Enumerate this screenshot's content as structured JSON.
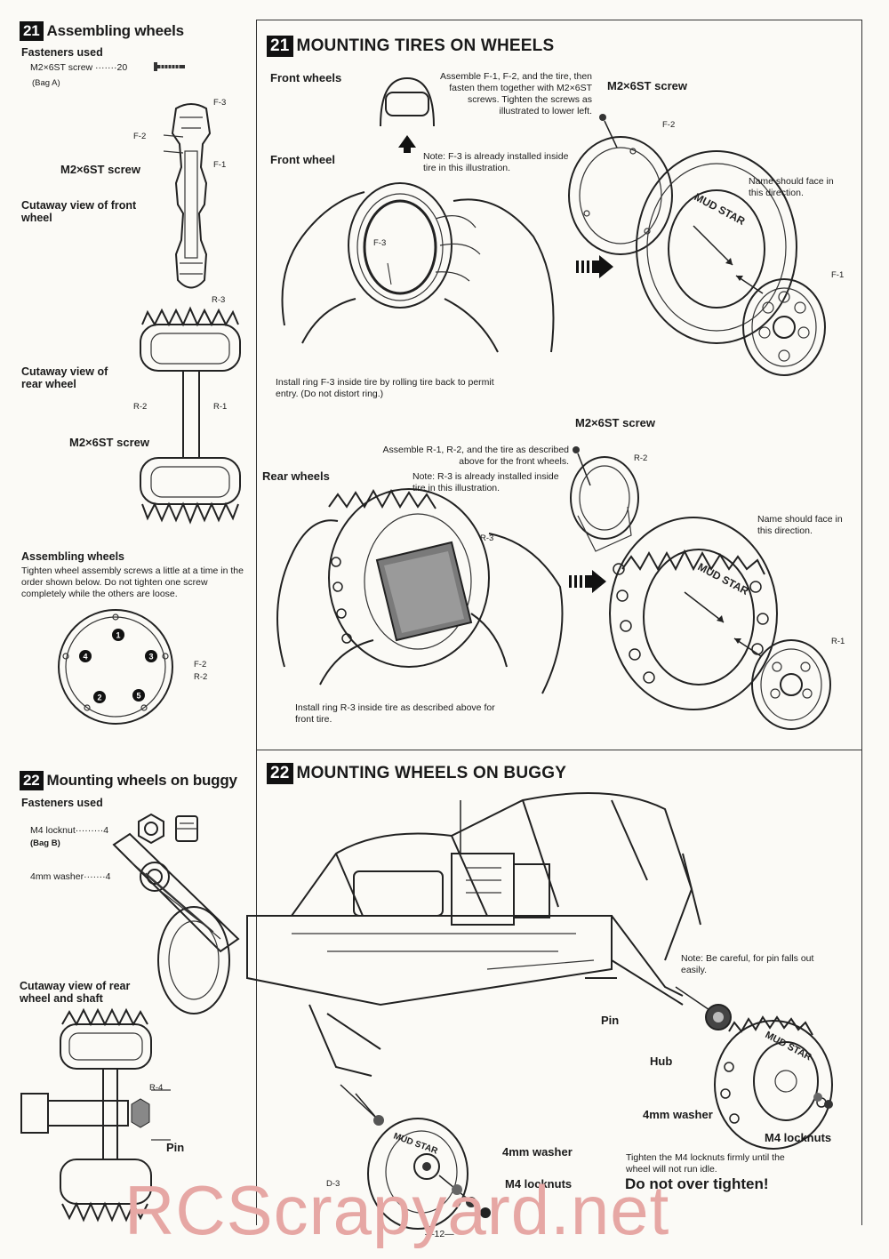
{
  "left": {
    "s21": {
      "num": "21",
      "title": "Assembling wheels",
      "fasteners_heading": "Fasteners used",
      "screw_name": "M2×6ST screw",
      "screw_leader": "·······",
      "screw_qty": "20",
      "screw_bag": "(Bag A)",
      "front_labels": [
        "F-3",
        "F-2",
        "F-1"
      ],
      "front_screw": "M2×6ST screw",
      "front_cutaway": "Cutaway view of front wheel",
      "rear_labels": [
        "R-3",
        "R-2",
        "R-1"
      ],
      "rear_cutaway": "Cutaway view of rear wheel",
      "rear_screw": "M2×6ST screw",
      "assembling_heading": "Assembling wheels",
      "assembling_text": "Tighten wheel assembly screws a little at a time in the order shown below.  Do not tighten one screw completely while the others are loose.",
      "order_labels": [
        "F-2",
        "R-2"
      ],
      "order_numbers": [
        "1",
        "2",
        "3",
        "4",
        "5"
      ]
    },
    "s22": {
      "num": "22",
      "title": "Mounting wheels on buggy",
      "fasteners_heading": "Fasteners used",
      "locknut_name": "M4 locknut",
      "locknut_leader": "·········",
      "locknut_qty": "4",
      "locknut_bag": "(Bag B)",
      "washer_name": "4mm washer",
      "washer_leader": "·······",
      "washer_qty": "4",
      "cutaway": "Cutaway view of rear wheel and shaft",
      "r4": "R-4",
      "pin": "Pin"
    }
  },
  "right": {
    "s21": {
      "num": "21",
      "title": "MOUNTING TIRES ON WHEELS",
      "front_wheels": "Front wheels",
      "front_wheel": "Front wheel",
      "assemble_front": "Assemble F-1, F-2, and the tire, then fasten them together with M2×6ST screws. Tighten the screws as illustrated to lower left.",
      "note_front": "Note:  F-3 is already installed inside tire in this illustration.",
      "screw_label": "M2×6ST screw",
      "f2": "F-2",
      "f1": "F-1",
      "f3": "F-3",
      "name_face": "Name should face in this direction.",
      "install_front": "Install ring F-3 inside tire by rolling tire back to permit entry.  (Do not distort ring.)",
      "tire_brand": "MUD STAR",
      "rear_wheels": "Rear wheels",
      "assemble_rear": "Assemble R-1, R-2, and the tire as described above for the front wheels.",
      "note_rear": "Note:  R-3 is already installed inside tire in this illustration.",
      "screw_label_rear": "M2×6ST screw",
      "r2": "R-2",
      "r3": "R-3",
      "r1": "R-1",
      "name_face_rear": "Name should face in this direction.",
      "install_rear": "Install ring R-3 inside tire as described above for front tire."
    },
    "s22": {
      "num": "22",
      "title": "MOUNTING WHEELS ON BUGGY",
      "note_pin": "Note:  Be careful, for pin falls out easily.",
      "pin": "Pin",
      "hub": "Hub",
      "washer_rear": "4mm washer",
      "locknuts_rear": "M4 locknuts",
      "d3": "D-3",
      "washer_front": "4mm washer",
      "locknuts_front": "M4 locknuts",
      "tighten": "Tighten the M4 locknuts firmly until the wheel will not run idle.",
      "warning": "Do not over tighten!"
    }
  },
  "page_number": "—12—",
  "watermark": "RCScrapyard.net"
}
